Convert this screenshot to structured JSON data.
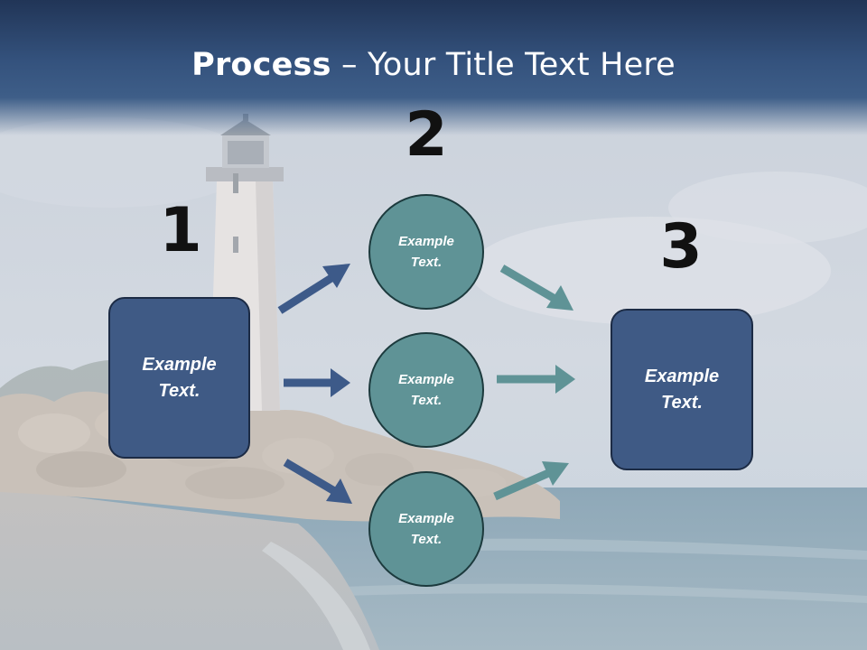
{
  "slide": {
    "title_bold": "Process",
    "title_rest": " – Your Title Text Here",
    "step_numbers": [
      "1",
      "2",
      "3"
    ],
    "left_box_text": "Example\nText.",
    "right_box_text": "Example\nText.",
    "circles": [
      {
        "text": "Example\nText."
      },
      {
        "text": "Example\nText."
      },
      {
        "text": "Example\nText."
      }
    ]
  },
  "colors": {
    "header": "#2f4a70",
    "box_fill": "#3f5a85",
    "circle_fill": "#5f9396",
    "arrow_blue": "#3d5a89",
    "arrow_teal": "#5f9396"
  }
}
